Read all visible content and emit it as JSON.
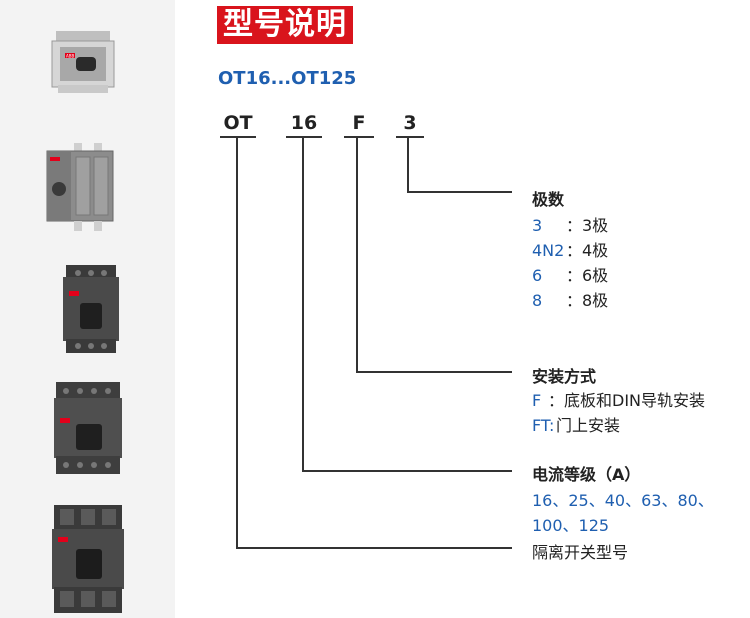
{
  "title": "型号说明",
  "series": "OT16...OT125",
  "code": {
    "part1": "OT",
    "part2": "16",
    "part3": "F",
    "part4": "3"
  },
  "poles": {
    "title": "极数",
    "items": [
      {
        "key": "3",
        "value": "：3极"
      },
      {
        "key": "4N2",
        "value": "：4极"
      },
      {
        "key": "6",
        "value": "：6极"
      },
      {
        "key": "8",
        "value": "：8极"
      }
    ]
  },
  "mounting": {
    "title": "安装方式",
    "items": [
      {
        "key": "F",
        "value": "：底板和DIN导轨安装"
      },
      {
        "key": "FT:",
        "value": "门上安装"
      }
    ]
  },
  "current": {
    "title": "电流等级（A）",
    "line1": "16、25、40、63、80、",
    "line2": "100、125"
  },
  "type": {
    "title": "隔离开关型号"
  },
  "brand_label": "ABB",
  "colors": {
    "accent_red": "#d9141c",
    "text_blue": "#1f5fb0",
    "line": "#333333"
  }
}
